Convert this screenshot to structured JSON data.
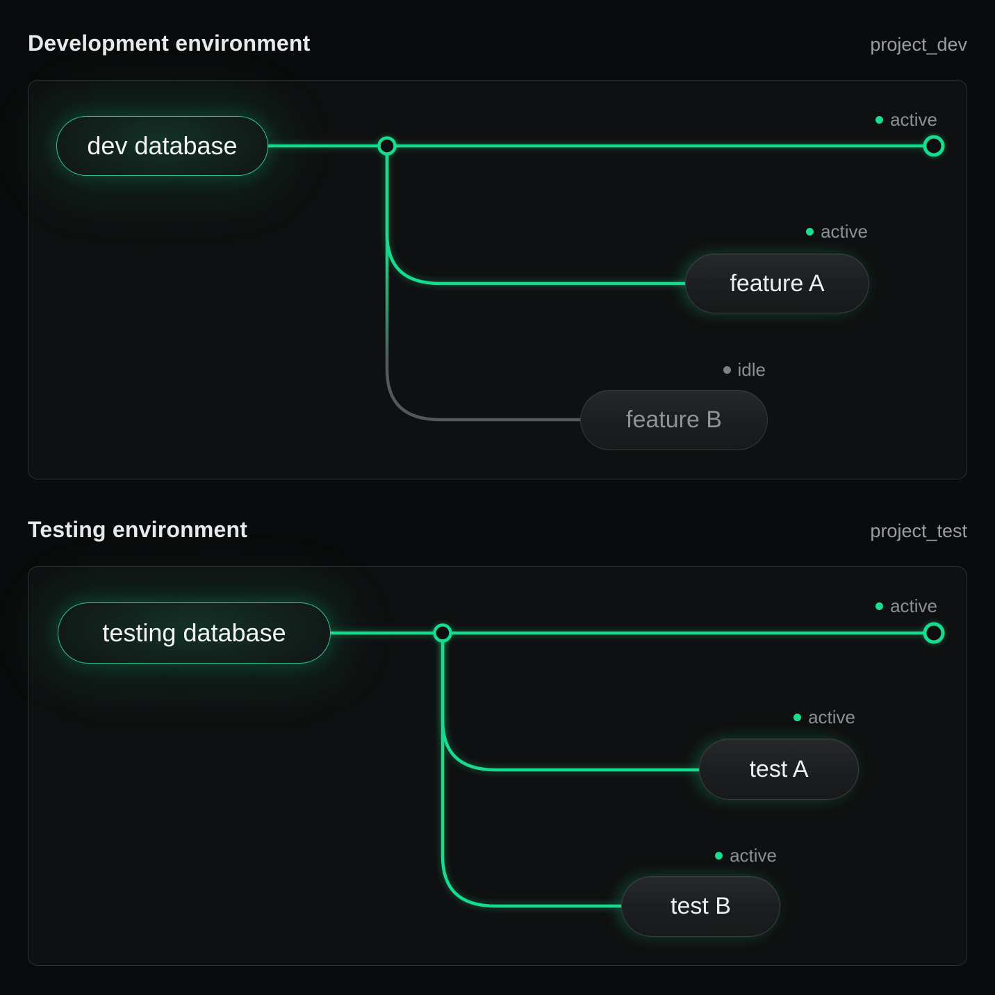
{
  "colors": {
    "accent_green": "#17dc8e",
    "idle_gray": "#54585b",
    "status_text": "#8b9095",
    "panel_border": "#2e3134",
    "background": "#0a0b0c"
  },
  "panels": [
    {
      "title": "Development environment",
      "project": "project_dev",
      "trunk": {
        "status": "active"
      },
      "database": {
        "label": "dev database"
      },
      "branches": [
        {
          "label": "feature A",
          "status": "active"
        },
        {
          "label": "feature B",
          "status": "idle"
        }
      ]
    },
    {
      "title": "Testing environment",
      "project": "project_test",
      "trunk": {
        "status": "active"
      },
      "database": {
        "label": "testing database"
      },
      "branches": [
        {
          "label": "test A",
          "status": "active"
        },
        {
          "label": "test B",
          "status": "active"
        }
      ]
    }
  ]
}
